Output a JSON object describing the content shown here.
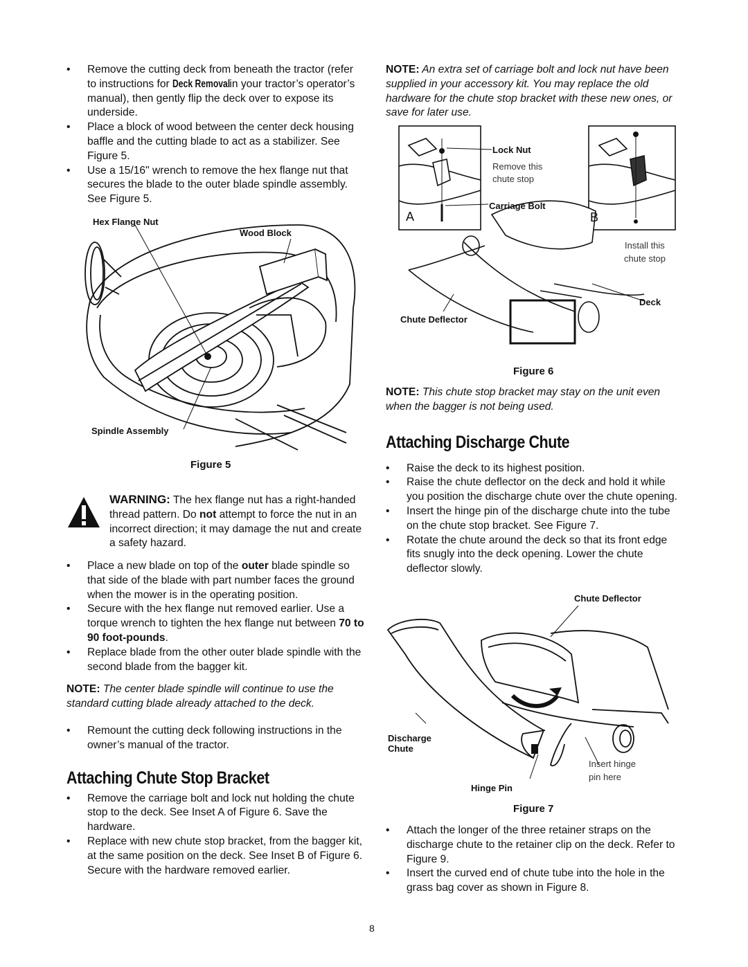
{
  "left": {
    "bullets_top": [
      {
        "before": "Remove the cutting deck from beneath the tractor (refer to instructions for ",
        "bold": "Deck Removal",
        "after": " in your tractor’s operator’s manual), then gently flip the deck over to expose its underside."
      },
      {
        "text": "Place a block of wood between the center deck housing baffle and the cutting blade to act as a stabilizer. See Figure 5."
      },
      {
        "text": "Use a 15/16\" wrench to remove the hex flange nut that secures the blade to the outer blade spindle assembly. See Figure 5."
      }
    ],
    "figure5": {
      "label_hex_nut": "Hex Flange Nut",
      "label_wood_block": "Wood Block",
      "label_spindle": "Spindle Assembly",
      "caption": "Figure 5"
    },
    "warning": {
      "title": "WARNING:",
      "text_a": " The hex flange nut has a right-handed thread pattern. Do ",
      "bold": "not",
      "text_b": " attempt to force the nut in an incorrect direction; it may damage the nut and create a safety hazard."
    },
    "bullets_mid": [
      {
        "before": "Place a new blade on top of the ",
        "bold": "outer",
        "after": " blade spindle so that side of the blade with part number faces the ground when the mower is in the operating position."
      },
      {
        "before": "Secure with the hex flange nut removed earlier. Use a torque wrench to tighten the hex flange nut between ",
        "bold": "70 to 90 foot-pounds",
        "after": "."
      },
      {
        "text": "Replace blade from the other outer blade spindle with the second blade from the bagger kit."
      }
    ],
    "note1": {
      "label": "NOTE:",
      "text": " The center blade spindle will continue to use the standard cutting blade already attached to the deck."
    },
    "bullets_low": [
      {
        "text": "Remount the cutting deck following instructions in the owner’s manual of the tractor."
      }
    ],
    "section_title": "Attaching Chute Stop Bracket",
    "bullets_bottom": [
      {
        "text": "Remove the carriage bolt and lock nut holding the chute stop to the deck. See Inset A of Figure 6. Save the hardware."
      },
      {
        "text": "Replace with new chute stop bracket, from the bagger kit, at the same position on the deck. See Inset B of Figure 6. Secure with the hardware removed earlier."
      }
    ]
  },
  "right": {
    "note_top": {
      "label": "NOTE:",
      "text": " An extra set of carriage bolt and lock nut have been supplied in your accessory kit. You may replace the old hardware for the chute stop bracket with these new ones, or save for later use."
    },
    "figure6": {
      "label_lock_nut": "Lock Nut",
      "label_remove_1": "Remove this",
      "label_remove_2": "chute stop",
      "label_carriage": "Carriage Bolt",
      "inset_a": "A",
      "inset_b": "B",
      "label_install_1": "Install this",
      "label_install_2": "chute stop",
      "label_deck": "Deck",
      "label_deflector": "Chute Deflector",
      "caption": "Figure 6"
    },
    "note_mid": {
      "label": "NOTE:",
      "text": " This chute stop bracket may stay on the unit even when the bagger is not being used."
    },
    "section_title": "Attaching Discharge Chute",
    "bullets": [
      {
        "text": "Raise the deck to its highest position."
      },
      {
        "text": "Raise the chute deflector on the deck and hold it while you position the discharge chute over the chute opening."
      },
      {
        "text": "Insert the hinge pin of the discharge chute into the tube on the chute stop bracket. See Figure 7."
      },
      {
        "text": "Rotate the chute around the deck so that its front edge fits snugly into the deck opening.  Lower the chute deflector slowly."
      }
    ],
    "figure7": {
      "label_deflector": "Chute Deflector",
      "label_discharge_1": "Discharge",
      "label_discharge_2": "Chute",
      "label_insert_1": "Insert hinge",
      "label_insert_2": "pin here",
      "label_hinge": "Hinge Pin",
      "caption": "Figure 7"
    },
    "bullets_bottom": [
      {
        "text": "Attach the longer of the three retainer straps on the discharge chute to the retainer clip on the deck. Refer to Figure 9."
      },
      {
        "text": "Insert the curved end of chute tube into the hole in the grass bag cover as shown in Figure 8."
      }
    ]
  },
  "page_number": "8"
}
